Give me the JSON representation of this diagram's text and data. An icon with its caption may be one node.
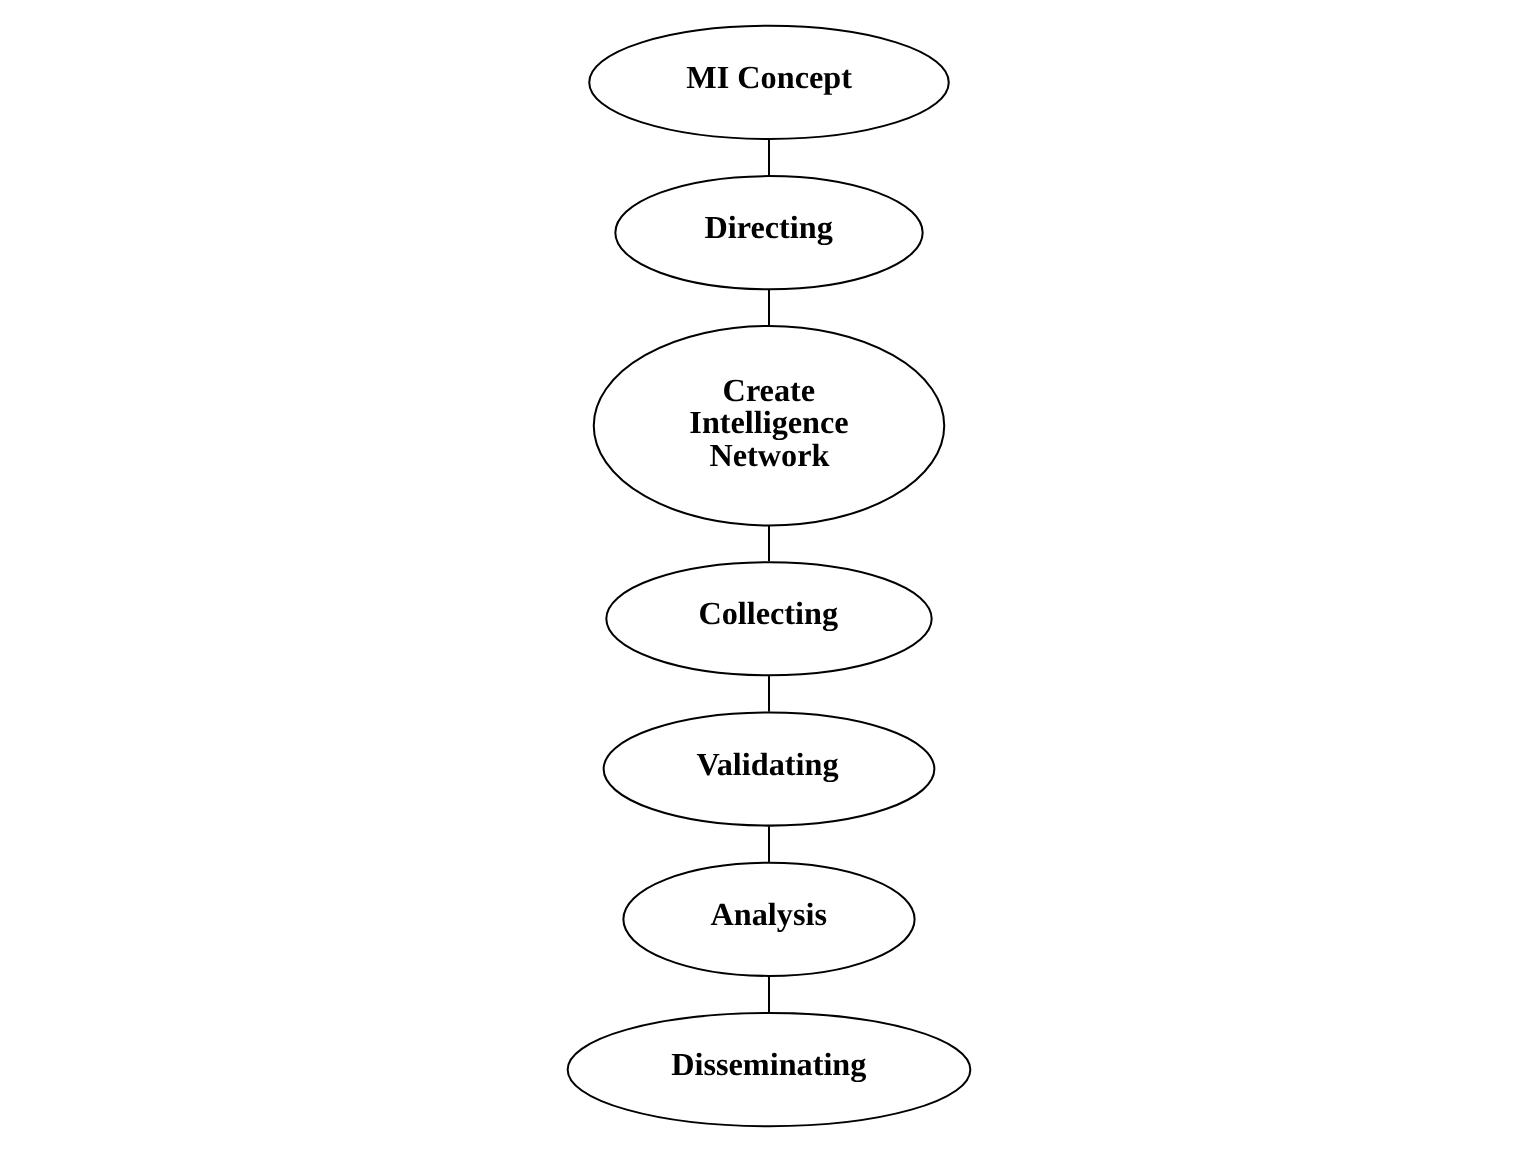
{
  "diagram": {
    "nodes": [
      {
        "text": [
          "MI Concept"
        ]
      },
      {
        "text": [
          "Directing"
        ]
      },
      {
        "text": [
          "Create Intelligence Network"
        ]
      },
      {
        "text": [
          "Collecting"
        ]
      },
      {
        "text": [
          "Validating"
        ]
      },
      {
        "text": [
          "Analysis"
        ]
      },
      {
        "text": [
          "Disseminating"
        ]
      }
    ],
    "edges": [
      {
        "from": 0,
        "to": 1,
        "arrow": "none"
      },
      {
        "from": 1,
        "to": 2,
        "arrow": "none"
      },
      {
        "from": 2,
        "to": 3,
        "arrow": "none"
      },
      {
        "from": 3,
        "to": 4,
        "arrow": "none"
      },
      {
        "from": 4,
        "to": 5,
        "arrow": "none"
      },
      {
        "from": 5,
        "to": 6,
        "arrow": "none"
      }
    ]
  }
}
